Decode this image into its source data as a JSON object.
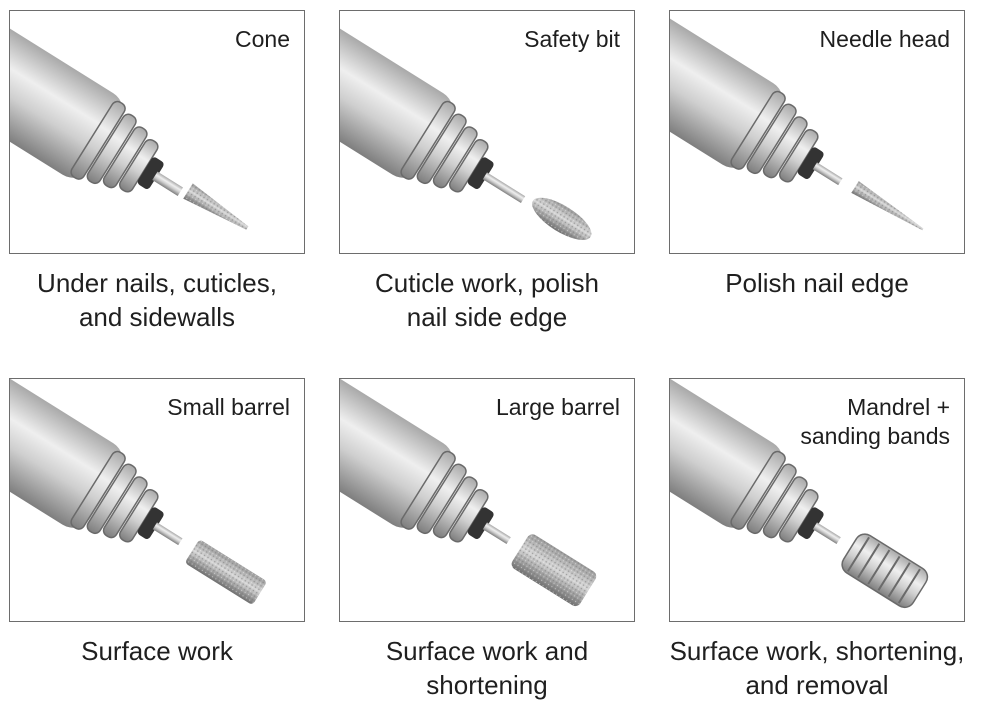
{
  "items": [
    {
      "bit": "Cone",
      "caption": "Under nails, cuticles,\nand sidewalls",
      "bit_type": "cone"
    },
    {
      "bit": "Safety bit",
      "caption": "Cuticle work, polish\nnail side edge",
      "bit_type": "safety"
    },
    {
      "bit": "Needle head",
      "caption": "Polish nail edge",
      "bit_type": "needle"
    },
    {
      "bit": "Small barrel",
      "caption": "Surface work",
      "bit_type": "small-barrel"
    },
    {
      "bit": "Large barrel",
      "caption": "Surface work and\nshortening",
      "bit_type": "large-barrel"
    },
    {
      "bit": "Mandrel +\nsanding bands",
      "caption": "Surface work, shortening,\nand removal",
      "bit_type": "mandrel"
    }
  ],
  "colors": {
    "frame_border": "#6d6d6d",
    "metal_light": "#e4e4e4",
    "metal_dark": "#8a8a8a",
    "text": "#1f1f1f"
  }
}
